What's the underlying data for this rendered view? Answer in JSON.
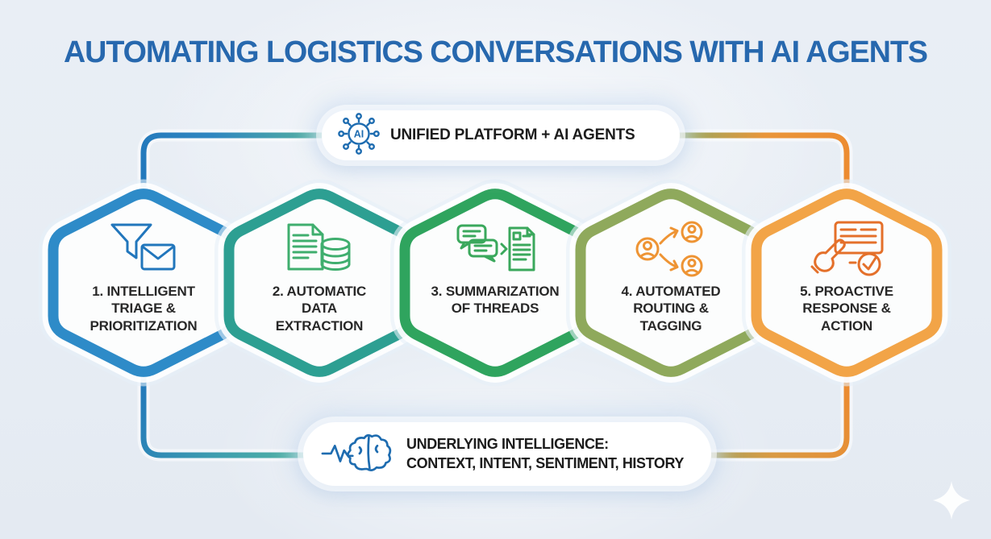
{
  "title": "AUTOMATING LOGISTICS CONVERSATIONS WITH AI AGENTS",
  "top_pill": {
    "label": "UNIFIED PLATFORM + AI AGENTS",
    "icon": "ai-network",
    "icon_text": "AI"
  },
  "bottom_pill": {
    "line1": "UNDERLYING INTELLIGENCE:",
    "line2": "CONTEXT, INTENT, SENTIMENT, HISTORY",
    "icon": "brain-wave"
  },
  "steps": [
    {
      "number": 1,
      "lines": [
        "1. INTELLIGENT",
        "TRIAGE &",
        "PRIORITIZATION"
      ],
      "icon": "funnel-envelope",
      "color": "#2176bc"
    },
    {
      "number": 2,
      "lines": [
        "2. AUTOMATIC",
        "DATA",
        "EXTRACTION"
      ],
      "icon": "document-database",
      "color": "#37a87b"
    },
    {
      "number": 3,
      "lines": [
        "3. SUMMARIZATION",
        "OF THREADS"
      ],
      "icon": "chat-summary-document",
      "color": "#3aa85c"
    },
    {
      "number": 4,
      "lines": [
        "4. AUTOMATED",
        "ROUTING &",
        "TAGGING"
      ],
      "icon": "routing-people",
      "color": "#ee9434"
    },
    {
      "number": 5,
      "lines": [
        "5. PROACTIVE",
        "RESPONSE &",
        "ACTION"
      ],
      "icon": "hand-checklist",
      "color": "#e4702a"
    }
  ],
  "colors": {
    "background": "#e9eef5",
    "title": "#2768ae",
    "text": "#1c1c1c",
    "step_blue": "#2176bc",
    "step_teal": "#37a87b",
    "step_green": "#3aa85c",
    "step_orange": "#ee9434",
    "step_deep_orange": "#e4702a",
    "pill_icon_blue": "#1e6cb0"
  }
}
